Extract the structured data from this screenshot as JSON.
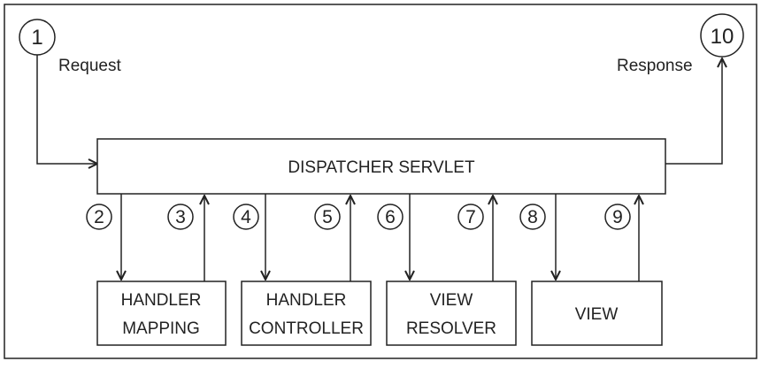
{
  "diagram": {
    "start_label": "Request",
    "end_label": "Response",
    "servlet_label": "DISPATCHER SERVLET",
    "components": [
      {
        "line1": "HANDLER",
        "line2": "MAPPING"
      },
      {
        "line1": "HANDLER",
        "line2": "CONTROLLER"
      },
      {
        "line1": "VIEW",
        "line2": "RESOLVER"
      },
      {
        "line1": "VIEW",
        "line2": ""
      }
    ],
    "steps": [
      "1",
      "2",
      "3",
      "4",
      "5",
      "6",
      "7",
      "8",
      "9",
      "10"
    ]
  }
}
